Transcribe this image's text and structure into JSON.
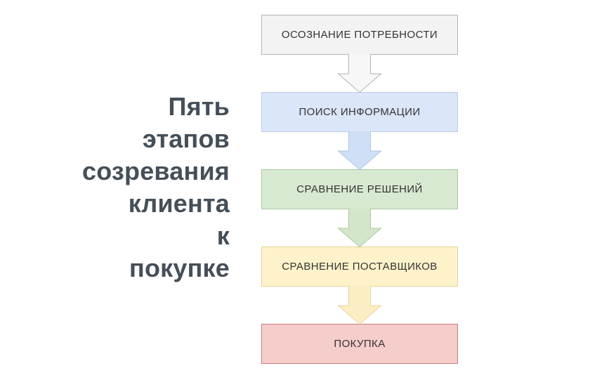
{
  "title": {
    "text": "Пять этапов созревания клиента к покупке",
    "lines": [
      "Пять",
      "этапов",
      "созревания",
      "клиента",
      "к",
      "покупке"
    ],
    "color": "#444f59"
  },
  "flowchart": {
    "label_color": "#333333",
    "steps": [
      {
        "label": "ОСОЗНАНИЕ ПОТРЕБНОСТИ",
        "fill": "#f3f3f3",
        "border": "#b5b5b5",
        "arrow_fill": "#f7f7f7",
        "arrow_border": "#b3b3b3"
      },
      {
        "label": "ПОИСК ИНФОРМАЦИИ",
        "fill": "#dbe6f8",
        "border": "#bccde8",
        "arrow_fill": "#cfdff5",
        "arrow_border": "#aec6e8"
      },
      {
        "label": "СРАВНЕНИЕ РЕШЕНИЙ",
        "fill": "#d8e9d1",
        "border": "#a9cba0",
        "arrow_fill": "#d3e6ca",
        "arrow_border": "#a8cc9c"
      },
      {
        "label": "СРАВНЕНИЕ ПОСТАВЩИКОВ",
        "fill": "#fdf2ca",
        "border": "#e7d196",
        "arrow_fill": "#fbeec2",
        "arrow_border": "#e9d49b"
      },
      {
        "label": "ПОКУПКА",
        "fill": "#f5cdcb",
        "border": "#ca7d77",
        "arrow_fill": null,
        "arrow_border": null
      }
    ]
  }
}
